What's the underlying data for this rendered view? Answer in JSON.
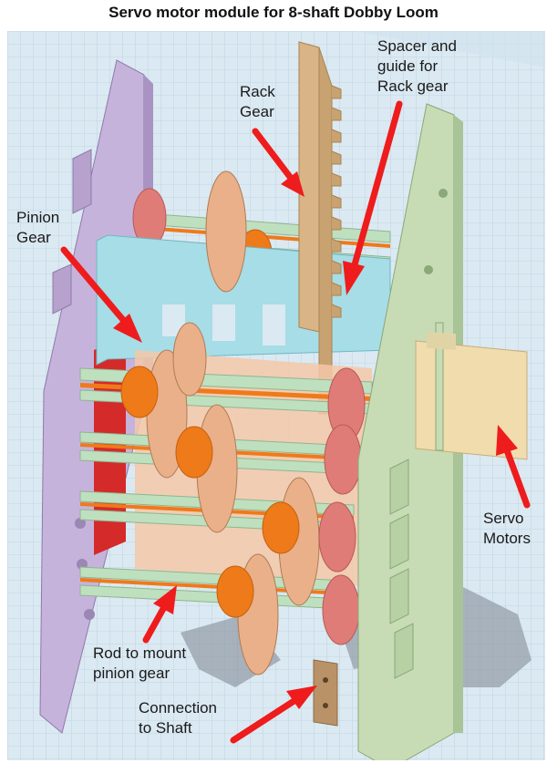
{
  "title": "Servo motor module for 8-shaft Dobby Loom",
  "labels": {
    "spacer": [
      "Spacer and",
      "guide for",
      "Rack gear"
    ],
    "rack": [
      "Rack",
      "Gear"
    ],
    "pinion": [
      "Pinion",
      "Gear"
    ],
    "servo": [
      "Servo",
      "Motors"
    ],
    "rod": [
      "Rod to mount",
      "pinion gear"
    ],
    "connection": [
      "Connection",
      "to Shaft"
    ]
  },
  "colors": {
    "grid_bg": "#dbe9f2",
    "grid_line": "#b7cfe0",
    "left_plate": "#c6b3dc",
    "right_plate": "#c7dcb5",
    "guide": "#a7dde6",
    "gear": "#e9b08a",
    "rack": "#d9b487",
    "orange_part": "#ef7a1a",
    "red_wheel": "#e07c78",
    "rod": "#bfe0bf",
    "servo": "#f1dcae",
    "arrow": "#ee1c1c"
  }
}
